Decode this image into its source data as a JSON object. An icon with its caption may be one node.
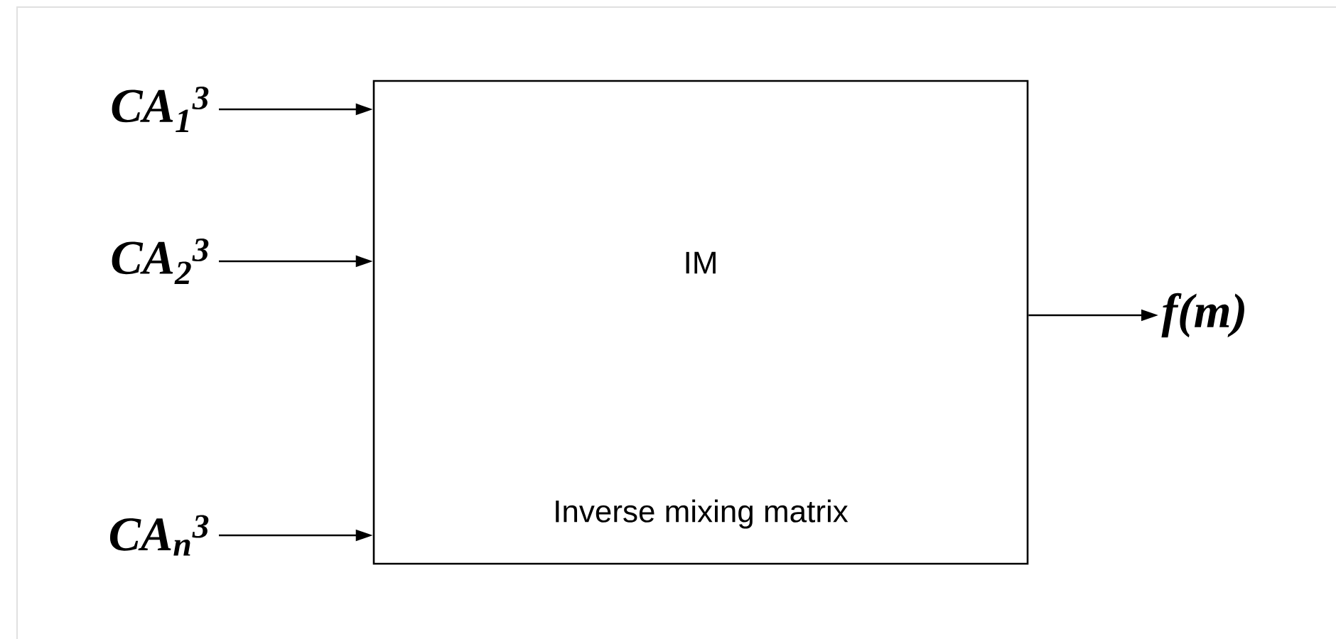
{
  "diagram": {
    "nodes": [
      {
        "text": [
          "IM",
          "Inverse mixing matrix"
        ]
      },
      {
        "text": [
          "CA$_{1}$$^{3}$"
        ]
      },
      {
        "text": [
          "CA$_{2}$$^{3}$"
        ]
      },
      {
        "text": [
          "CA$_{n}$$^{3}$"
        ]
      },
      {
        "text": [
          "f(m)"
        ]
      }
    ],
    "edges": [
      {
        "from": 1,
        "to": 0,
        "arrow": "to"
      },
      {
        "from": 2,
        "to": 0,
        "arrow": "to"
      },
      {
        "from": 3,
        "to": 0,
        "arrow": "to"
      },
      {
        "from": 0,
        "to": 4,
        "arrow": "to"
      }
    ]
  }
}
